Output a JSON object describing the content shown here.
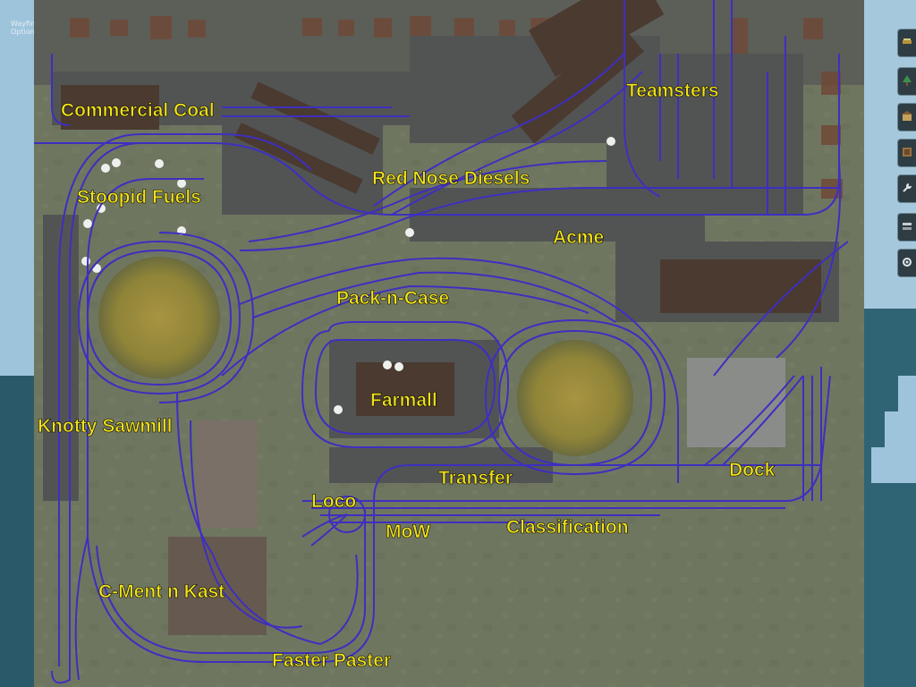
{
  "menu": {
    "label": "Wayfinder Options"
  },
  "colors": {
    "track": "#3e2fc0",
    "label": "#f1e21c",
    "ground": "#6f7b5a"
  },
  "toolbar": {
    "buttons": [
      {
        "icon": "track-tool-icon"
      },
      {
        "icon": "scenery-tool-icon"
      },
      {
        "icon": "building-tool-icon"
      },
      {
        "icon": "rolling-stock-icon"
      },
      {
        "icon": "wrench-icon"
      },
      {
        "icon": "layers-icon"
      },
      {
        "icon": "settings-icon"
      }
    ]
  },
  "labels": {
    "commercial_coal": "Commercial Coal",
    "teamsters": "Teamsters",
    "stoopid_fuels": "Stoopid Fuels",
    "red_nose_diesels": "Red Nose Diesels",
    "acme": "Acme",
    "pack_n_case": "Pack-n-Case",
    "farmall": "Farmall",
    "knotty_sawmill": "Knotty Sawmill",
    "transfer": "Transfer",
    "dock": "Dock",
    "loco": "Loco",
    "mow": "MoW",
    "classification": "Classification",
    "c_ment_n_kast": "C-Ment n Kast",
    "faster_paster": "Faster Paster"
  }
}
